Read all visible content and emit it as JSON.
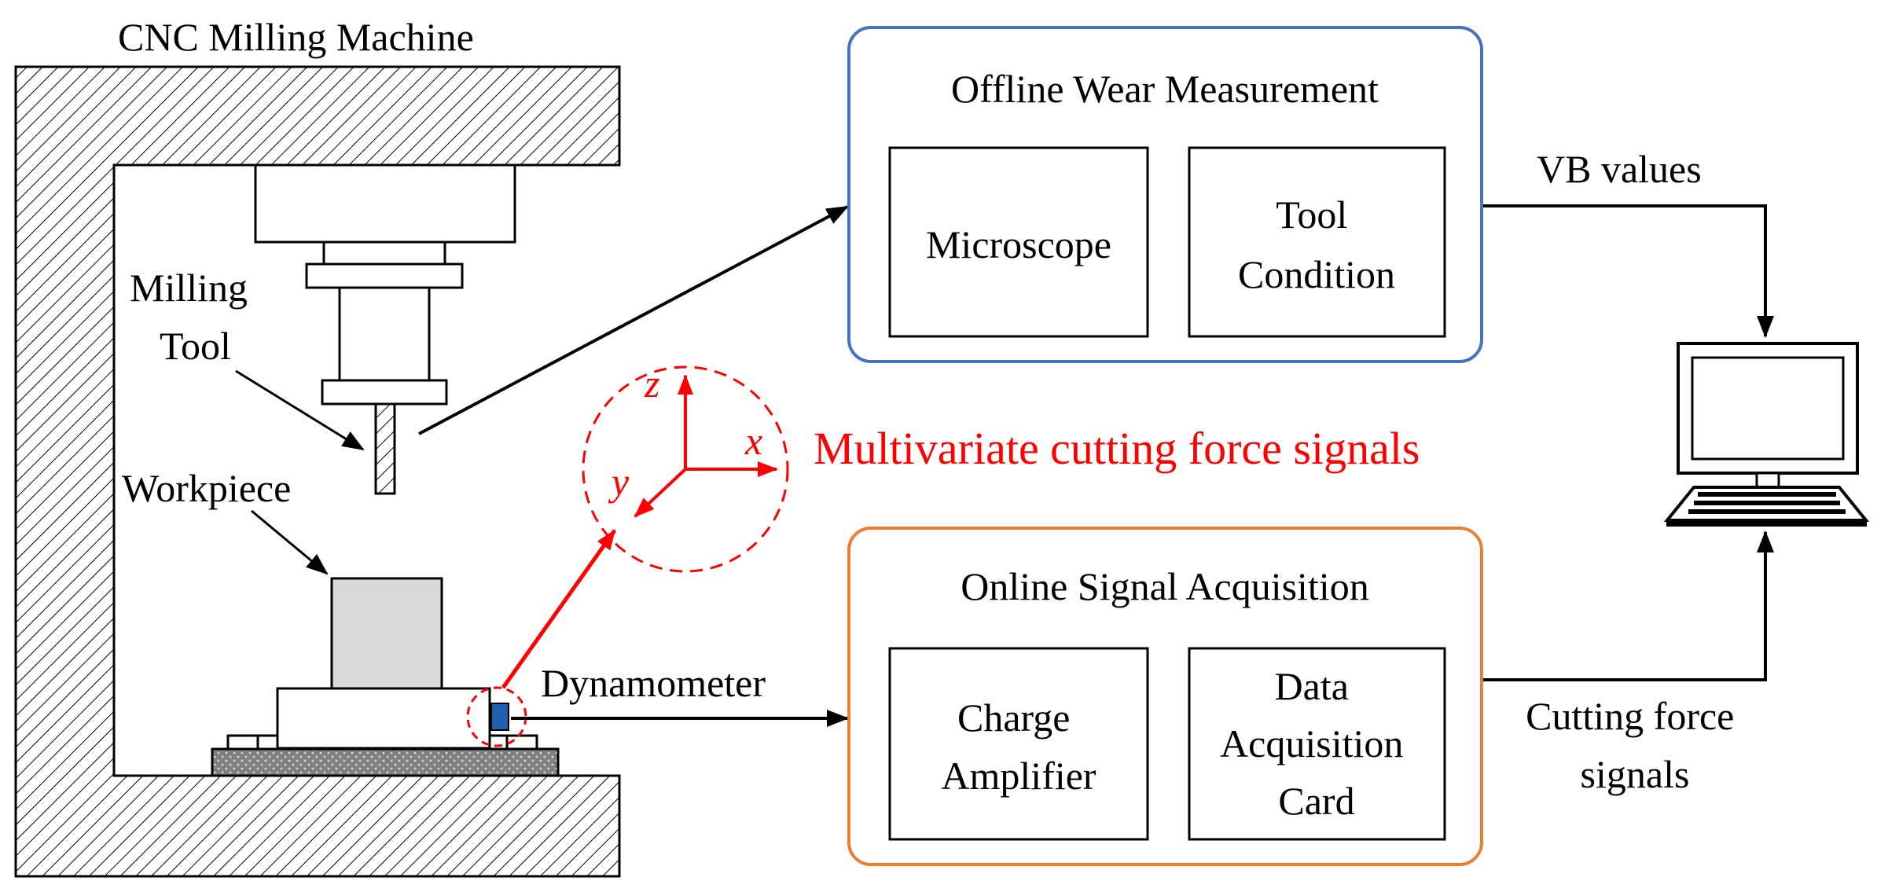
{
  "machine": {
    "title": "CNC Milling Machine",
    "tool_label": [
      "Milling",
      "Tool"
    ],
    "workpiece_label": "Workpiece",
    "dynamometer_label": "Dynamometer"
  },
  "axes": {
    "z": "z",
    "x": "x",
    "y": "y",
    "caption": "Multivariate cutting force signals"
  },
  "offline": {
    "title": "Offline Wear Measurement",
    "box1": "Microscope",
    "box2": [
      "Tool",
      "Condition"
    ],
    "output_label": "VB values"
  },
  "online": {
    "title": "Online Signal Acquisition",
    "box1": [
      "Charge",
      "Amplifier"
    ],
    "box2": [
      "Data",
      "Acquisition",
      "Card"
    ],
    "output_label": [
      "Cutting force",
      "signals"
    ]
  },
  "colors": {
    "offline_border": "#4472C4",
    "online_border": "#ED7D31",
    "highlight": "#FF0000",
    "sensor": "#1F5FAF",
    "workpiece": "#D9D9D9"
  }
}
